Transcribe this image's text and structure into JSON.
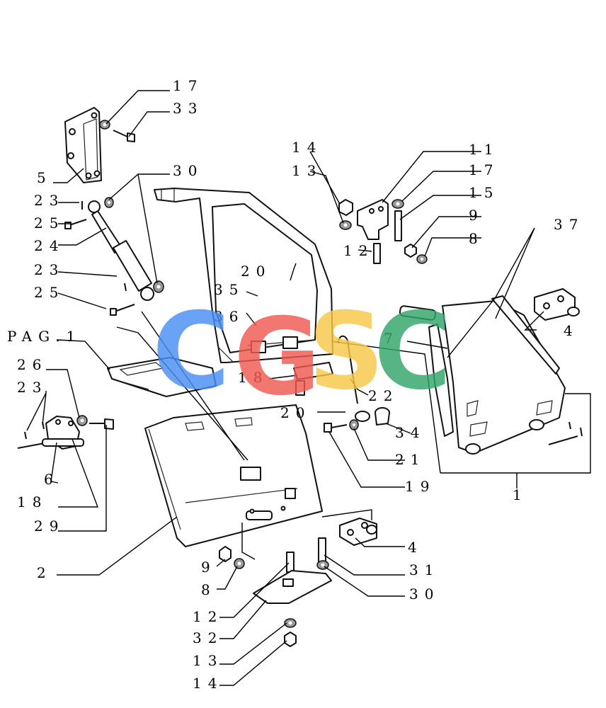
{
  "watermark": {
    "letters": [
      "C",
      "G",
      "S",
      "C"
    ],
    "colors": [
      "#4a8ff5",
      "#f05a52",
      "#f7c948",
      "#33a66b"
    ]
  },
  "callouts": {
    "c17a": "17",
    "c33": "33",
    "c5": "5",
    "c30a": "30",
    "c23a": "23",
    "c25a": "25",
    "c24": "24",
    "c23b": "23",
    "c25b": "25",
    "c14a": "14",
    "c13a": "13",
    "c11": "11",
    "c17b": "17",
    "c15": "15",
    "c9a": "9",
    "c8a": "8",
    "c12a": "12",
    "c37": "37",
    "c20a": "20",
    "c35": "35",
    "c36": "36",
    "c4a": "4",
    "c7": "7",
    "c22": "22",
    "c18a": "18",
    "c20b": "20",
    "c34": "34",
    "c21": "21",
    "c19": "19",
    "c1": "1",
    "c26": "26",
    "c23c": "23",
    "c6": "6",
    "c18b": "18",
    "c29": "29",
    "c2": "2",
    "c4b": "4",
    "c31": "31",
    "c30b": "30",
    "c9b": "9",
    "c8b": "8",
    "c12b": "12",
    "c32": "32",
    "c13b": "13",
    "c14b": "14"
  },
  "page_ref": "PAG.1"
}
